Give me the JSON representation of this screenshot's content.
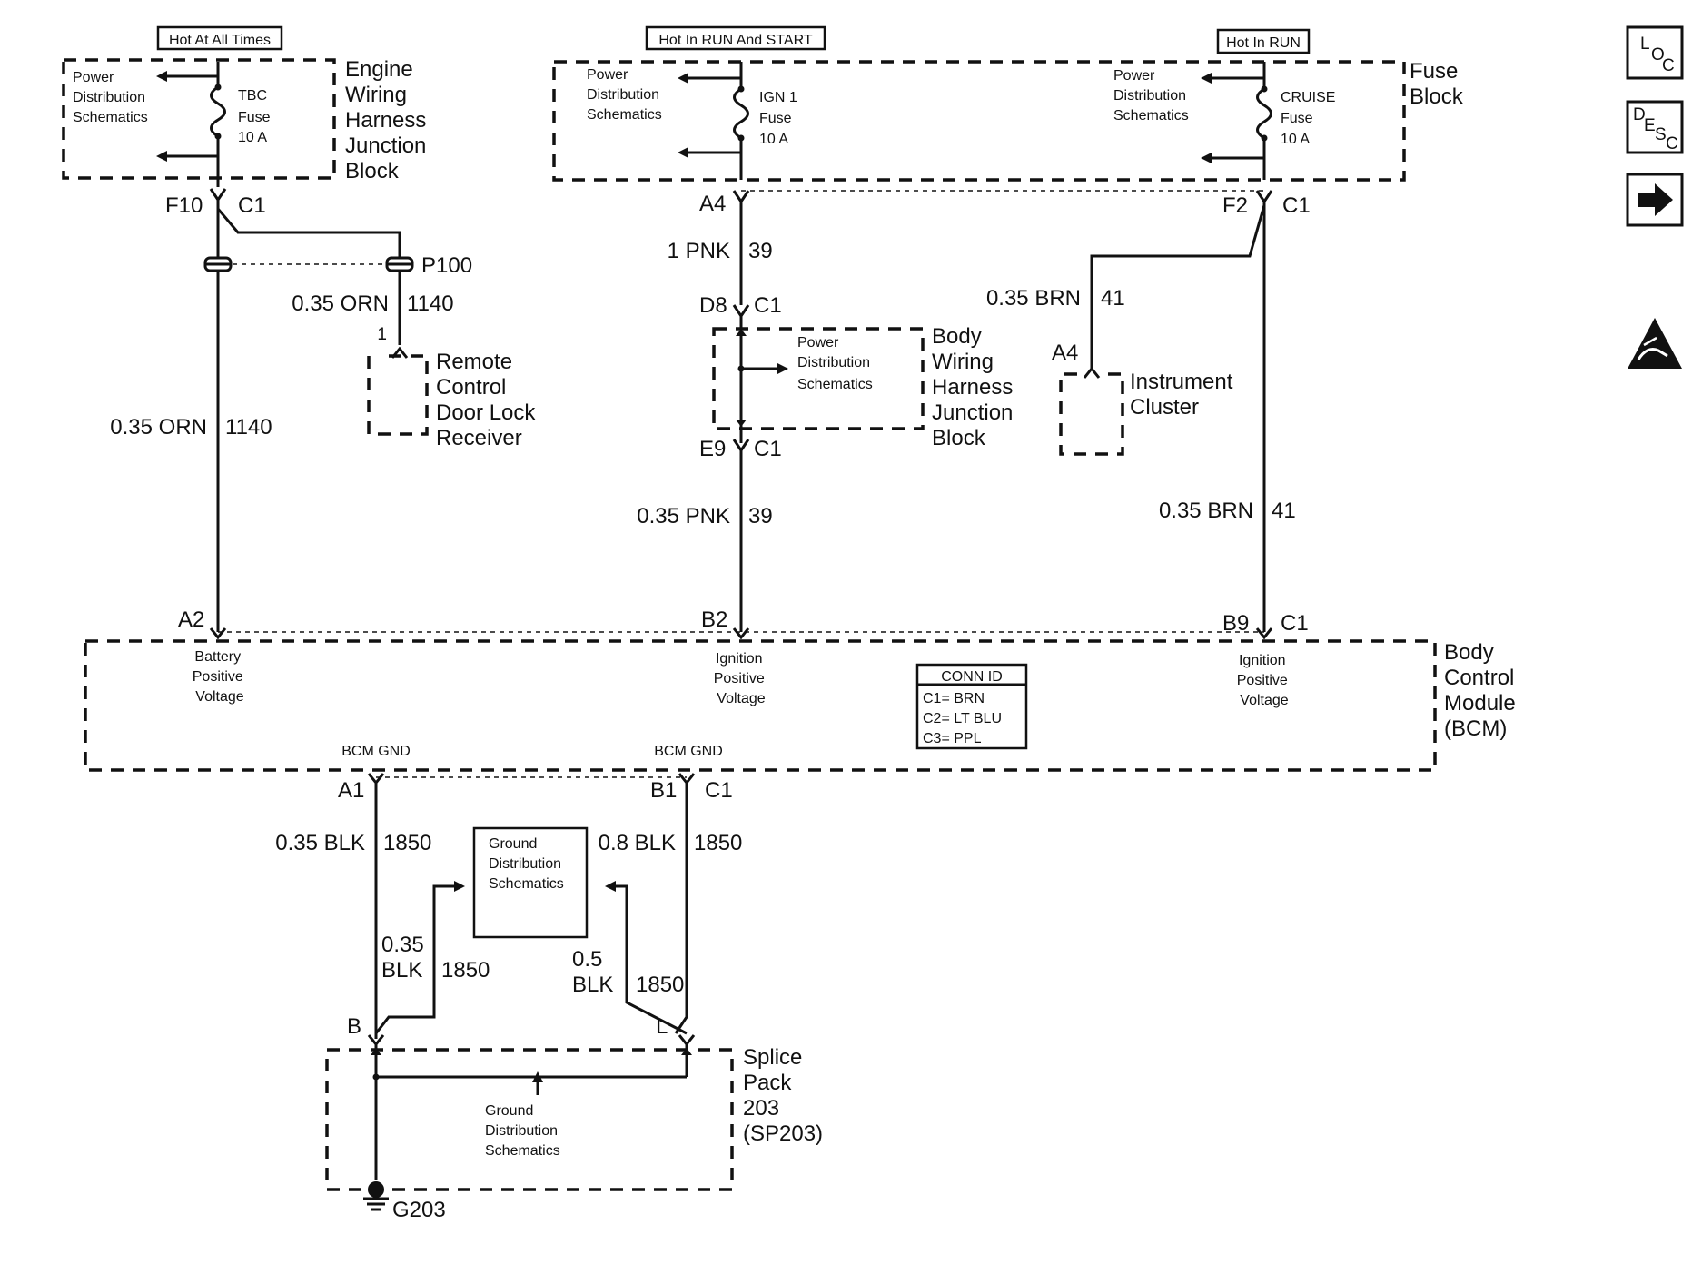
{
  "supply_labels": {
    "hot_at_all_times": "Hot At All Times",
    "hot_in_run_and_start": "Hot In RUN And START",
    "hot_in_run": "Hot In RUN"
  },
  "engine_junction_block": {
    "name_lines": [
      "Engine",
      "Wiring",
      "Harness",
      "Junction",
      "Block"
    ],
    "power_dist_lines": [
      "Power",
      "Distribution",
      "Schematics"
    ],
    "fuse_lines": [
      "TBC",
      "Fuse",
      "10 A"
    ],
    "pin": "F10",
    "connector": "C1"
  },
  "fuse_block": {
    "name_lines": [
      "Fuse",
      "Block"
    ],
    "ign_power_dist_lines": [
      "Power",
      "Distribution",
      "Schematics"
    ],
    "ign_fuse_lines": [
      "IGN 1",
      "Fuse",
      "10 A"
    ],
    "ign_pin": "A4",
    "cruise_power_dist_lines": [
      "Power",
      "Distribution",
      "Schematics"
    ],
    "cruise_fuse_lines": [
      "CRUISE",
      "Fuse",
      "10 A"
    ],
    "cruise_pin": "F2",
    "cruise_connector": "C1"
  },
  "splice_p100": "P100",
  "remote_receiver": {
    "wire_gauge": "0.35 ORN",
    "wire_circuit": "1140",
    "pin": "1",
    "name_lines": [
      "Remote",
      "Control",
      "Door Lock",
      "Receiver"
    ]
  },
  "battery_wire": {
    "gauge": "0.35 ORN",
    "circuit": "1140"
  },
  "ign_wire_upper": {
    "gauge": "1 PNK",
    "circuit": "39"
  },
  "body_junction_block": {
    "top_pin": "D8",
    "top_connector": "C1",
    "power_dist_lines": [
      "Power",
      "Distribution",
      "Schematics"
    ],
    "name_lines": [
      "Body",
      "Wiring",
      "Harness",
      "Junction",
      "Block"
    ],
    "bottom_pin": "E9",
    "bottom_connector": "C1"
  },
  "ign_wire_lower": {
    "gauge": "0.35 PNK",
    "circuit": "39"
  },
  "instrument_cluster": {
    "wire_gauge": "0.35 BRN",
    "wire_circuit": "41",
    "pin": "A4",
    "name_lines": [
      "Instrument",
      "Cluster"
    ]
  },
  "cruise_wire_lower": {
    "gauge": "0.35 BRN",
    "circuit": "41"
  },
  "bcm": {
    "name_lines": [
      "Body",
      "Control",
      "Module",
      "(BCM)"
    ],
    "pin_a2": "A2",
    "pin_b2": "B2",
    "pin_b9": "B9",
    "pin_b9_connector": "C1",
    "battery_lines": [
      "Battery",
      "Positive",
      "Voltage"
    ],
    "ign_left_lines": [
      "Ignition",
      "Positive",
      "Voltage"
    ],
    "ign_right_lines": [
      "Ignition",
      "Positive",
      "Voltage"
    ],
    "conn_id_title": "CONN ID",
    "conn_id_lines": [
      "C1= BRN",
      "C2= LT BLU",
      "C3= PPL"
    ],
    "gnd_left_label": "BCM GND",
    "gnd_right_label": "BCM GND",
    "pin_a1": "A1",
    "pin_b1": "B1",
    "pin_b1_connector": "C1"
  },
  "ground_wires": {
    "left_upper_gauge": "0.35 BLK",
    "left_upper_circuit": "1850",
    "right_upper_gauge": "0.8 BLK",
    "right_upper_circuit": "1850",
    "left_lower_gauge_lines": [
      "0.35",
      "BLK"
    ],
    "left_lower_circuit": "1850",
    "right_lower_gauge_lines": [
      "0.5",
      "BLK"
    ],
    "right_lower_circuit": "1850"
  },
  "ground_dist_box_lines": [
    "Ground",
    "Distribution",
    "Schematics"
  ],
  "splice_pack": {
    "pin_b": "B",
    "pin_l": "L",
    "name_lines": [
      "Splice",
      "Pack",
      "203",
      "(SP203)"
    ],
    "ground_dist_lines": [
      "Ground",
      "Distribution",
      "Schematics"
    ],
    "ground_id": "G203"
  },
  "side_buttons": {
    "loc": [
      "L",
      "O",
      "C"
    ],
    "desc": [
      "D",
      "E",
      "S",
      "C"
    ],
    "next_icon": "arrow-right-icon",
    "esd_icon": "esd-warning-icon"
  }
}
